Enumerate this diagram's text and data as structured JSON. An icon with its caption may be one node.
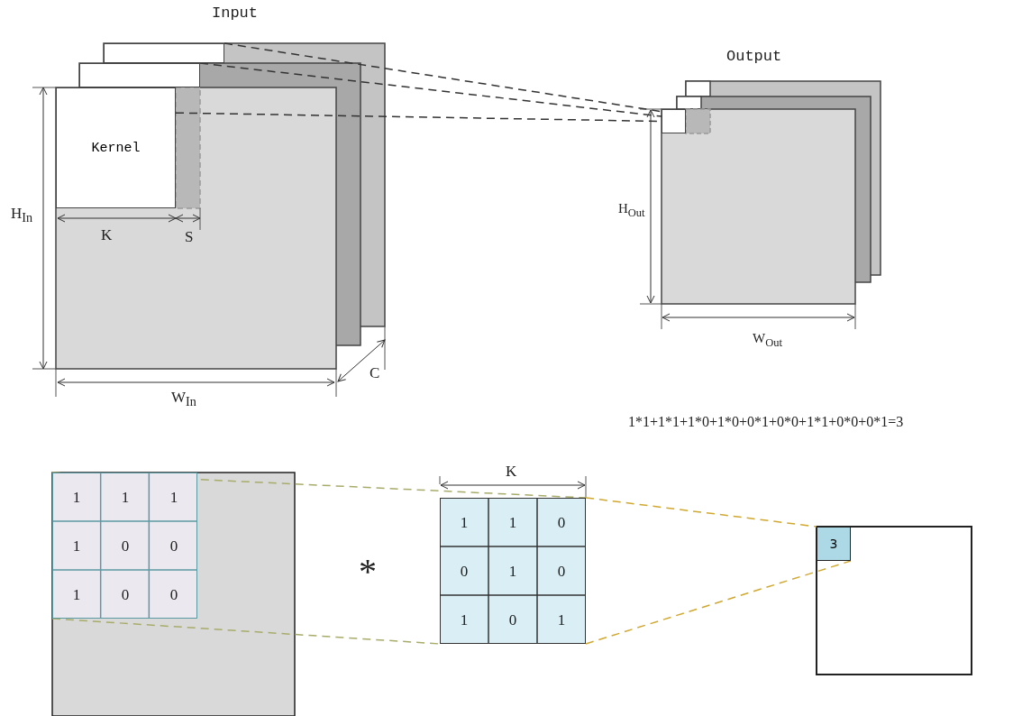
{
  "diagram": {
    "nodes": [
      {
        "text": [
          "Kernel"
        ]
      },
      {
        "text": [],
        "shape": "box"
      },
      {
        "text": [
          "3"
        ]
      },
      {
        "text": [],
        "shape": "box"
      },
      {
        "text": [],
        "shape": "box"
      },
      {
        "text": [],
        "shape": "box"
      },
      {
        "text": [],
        "shape": "box"
      }
    ],
    "edges": [
      {
        "from": 0,
        "to": 1,
        "arrow": "none",
        "style": "dashed"
      },
      {
        "from": 3,
        "to": 4,
        "arrow": "none",
        "style": "dashed",
        "color": "#a8ac6a"
      },
      {
        "from": 3,
        "to": 4,
        "arrow": "none",
        "style": "dashed",
        "color": "#a8ac6a"
      },
      {
        "from": 4,
        "to": 2,
        "arrow": "none",
        "style": "dashed",
        "color": "#d0a830"
      },
      {
        "from": 4,
        "to": 2,
        "arrow": "none",
        "style": "dashed",
        "color": "#d0a830"
      },
      {
        "from": 5,
        "to": 1,
        "arrow": "none",
        "style": "dashed"
      },
      {
        "from": 6,
        "to": 1,
        "arrow": "none",
        "style": "dashed"
      }
    ],
    "labels": [
      "Input",
      "Output",
      "H$_{In}$",
      "K",
      "S",
      "H$_{Out}$",
      "C",
      "W$_{Out}$",
      "W$_{In}$",
      "1*1+1*1+1*0+1*0+0*1+0*0+1*1+0*0+0*1=3",
      "K",
      "1",
      "1",
      "1",
      "1",
      "0",
      "0",
      "1",
      "0",
      "0",
      "*",
      "1",
      "1",
      "0",
      "0",
      "1",
      "0",
      "1",
      "0",
      "1"
    ]
  }
}
